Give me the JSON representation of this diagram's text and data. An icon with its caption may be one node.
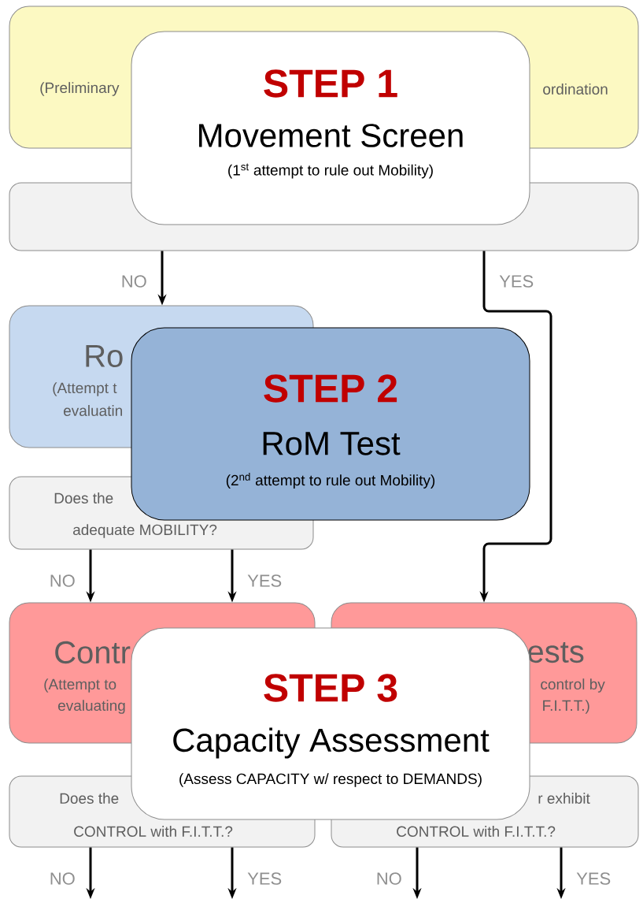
{
  "diagram": {
    "nodes": [
      {
        "text": [
          "(Preliminary",
          "ordination"
        ]
      },
      {
        "text": [],
        "shape": "box"
      },
      {
        "text": [
          "Ro",
          "(Attempt t",
          "evaluatin"
        ]
      },
      {
        "text": [
          "Does the",
          "adequate MOBILITY?"
        ]
      },
      {
        "text": [
          "Contr",
          "(Attempt to",
          "evaluating"
        ]
      },
      {
        "text": [
          "ests",
          "control by",
          "F.I.T.T.)"
        ]
      },
      {
        "text": [
          "Does the",
          "CONTROL with F.I.T.T.?"
        ]
      },
      {
        "text": [
          "r exhibit",
          "CONTROL with F.I.T.T.?"
        ]
      },
      {
        "text": [
          "STEP 1",
          "Movement Screen",
          "(1$^{st}$ attempt to rule out Mobility)"
        ]
      },
      {
        "text": [
          "STEP 2",
          "RoM Test",
          "(2$^{nd}$ attempt to rule out Mobility)"
        ]
      },
      {
        "text": [
          "STEP 3",
          "Capacity Assessment",
          "(Assess CAPACITY w/ respect to DEMANDS)"
        ]
      }
    ],
    "edges": [
      {
        "from": 1,
        "to": 2,
        "arrow": "to",
        "label": "NO"
      },
      {
        "from": 1,
        "to": 5,
        "arrow": "to",
        "label": "YES"
      },
      {
        "from": 3,
        "to": 4,
        "arrow": "to",
        "label": "NO"
      },
      {
        "from": 3,
        "to": 4,
        "arrow": "to",
        "label": "YES"
      },
      {
        "from": 6,
        "to": null,
        "arrow": "to",
        "label": "NO"
      },
      {
        "from": 6,
        "to": null,
        "arrow": "to",
        "label": "YES"
      },
      {
        "from": 7,
        "to": null,
        "arrow": "to",
        "label": "NO"
      },
      {
        "from": 7,
        "to": null,
        "arrow": "to",
        "label": "YES"
      }
    ]
  }
}
